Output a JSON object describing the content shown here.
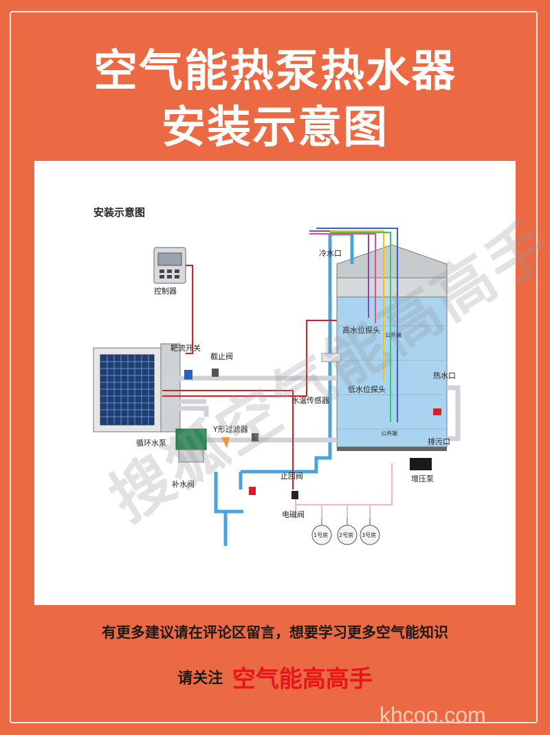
{
  "header": {
    "title_line1": "空气能热泵热水器",
    "title_line2": "安装示意图"
  },
  "diagram": {
    "heading": "安装示意图",
    "labels": {
      "controller": "控制器",
      "flow_switch": "靶流开关",
      "stop_valve": "截止阀",
      "cold_water_inlet": "冷水口",
      "high_level_probe": "高水位探头",
      "common_end_top": "公共端",
      "low_level_probe": "低水位探头",
      "common_end_bottom": "公共端",
      "hot_water_outlet": "热水口",
      "water_temp_sensor": "水温传感器",
      "circulation_pump": "循环水泵",
      "y_filter": "Y形过滤器",
      "drain_outlet": "排污口",
      "booster_pump": "增压泵",
      "makeup_valve": "补水阀",
      "check_valve": "止回阀",
      "solenoid_valve": "电磁阀",
      "room1": "1号房",
      "room2": "2号房",
      "room3": "3号房"
    },
    "watermark": "搜狐空气能高高手",
    "colors": {
      "pipe_water": "#4aa3df",
      "wire_red": "#d81e2a",
      "wire_purple": "#8e44ad",
      "wire_yellow": "#f1c40f",
      "wire_green": "#2ecc71",
      "tank_water": "#a9d3ef"
    }
  },
  "footer": {
    "line1": "有更多建议请在评论区留言，想要学习更多空气能知识",
    "follow_prefix": "请关注",
    "brand": "空气能高高手"
  },
  "site_watermark": "khcoo.com"
}
